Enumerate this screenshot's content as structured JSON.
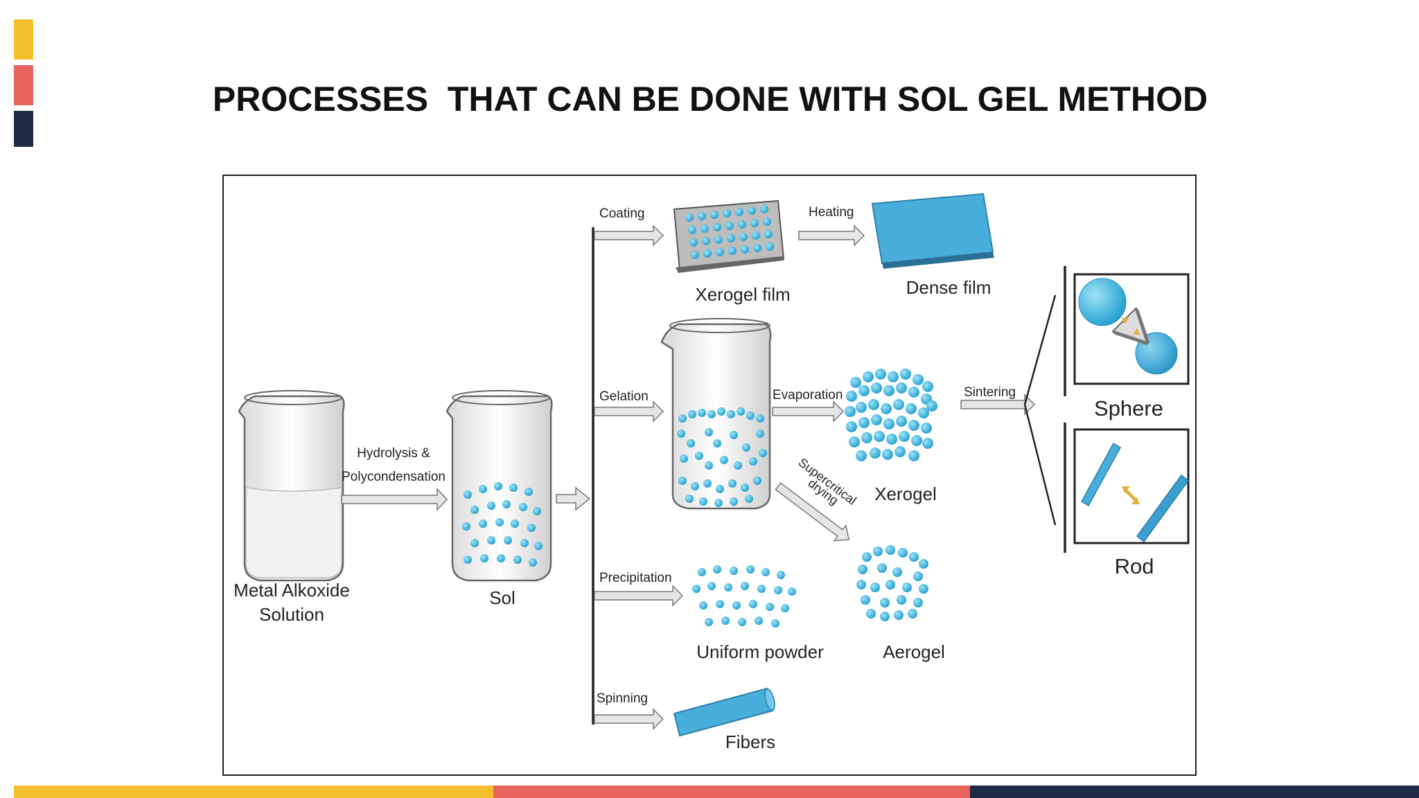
{
  "slide": {
    "title": "PROCESSES  THAT CAN BE DONE WITH SOL GEL METHOD",
    "colors": {
      "accent_yellow": "#F4C02E",
      "accent_red": "#E8645E",
      "accent_navy": "#1D2B45",
      "particle_blue": "#3AB4DD",
      "film_blue": "#48AEDB"
    }
  },
  "diagram": {
    "metal_alkoxide_line1": "Metal Alkoxide",
    "metal_alkoxide_line2": "Solution",
    "hydrolysis_line1": "Hydrolysis &",
    "hydrolysis_line2": "Polycondensation",
    "sol": "Sol",
    "coating": "Coating",
    "heating": "Heating",
    "xerogel_film": "Xerogel film",
    "dense_film": "Dense film",
    "gelation": "Gelation",
    "evaporation": "Evaporation",
    "sintering": "Sintering",
    "xerogel": "Xerogel",
    "supercritical": "Supercritical",
    "drying": "drying",
    "aerogel": "Aerogel",
    "precipitation": "Precipitation",
    "uniform_powder": "Uniform powder",
    "spinning": "Spinning",
    "fibers": "Fibers",
    "sphere": "Sphere",
    "rod": "Rod"
  }
}
